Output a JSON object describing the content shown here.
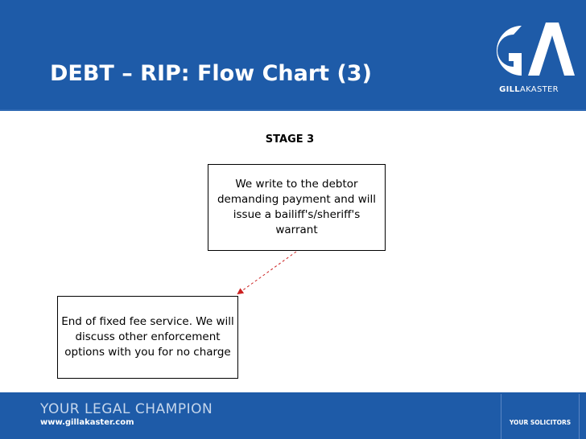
{
  "slide": {
    "title": "DEBT – RIP: Flow Chart (3)",
    "logo_mark": "GA",
    "logo_name_bold": "GILL",
    "logo_name_rest": "AKASTER",
    "stage_label": "STAGE 3"
  },
  "flow": {
    "steps": [
      {
        "text": "We write to the debtor demanding payment and will issue a bailiff's/sheriff's warrant"
      },
      {
        "text": "End of fixed fee service.  We will discuss other enforcement options with you for no charge"
      }
    ],
    "connector": {
      "style": "dashed",
      "color": "#cc2222"
    }
  },
  "footer": {
    "tagline": "YOUR LEGAL CHAMPION",
    "website": "www.gillakaster.com",
    "solicitors_label": "YOUR SOLICITORS"
  },
  "colors": {
    "brand_blue": "#1e5ba8",
    "white": "#ffffff",
    "arrow_red": "#cc2222"
  }
}
